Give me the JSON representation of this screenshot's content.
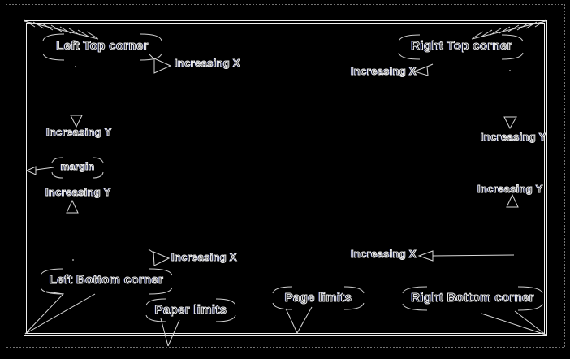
{
  "colors": {
    "background": "#000000",
    "line": "#e6e6e6",
    "text_outline": "#ededed",
    "text_fill": "#0a0a0a",
    "fringe_blue": "#4058ff"
  },
  "corner_labels": {
    "left_top": "Left Top corner",
    "right_top": "Right Top corner",
    "left_bottom": "Left Bottom corner",
    "right_bottom": "Right Bottom corner"
  },
  "boundary_labels": {
    "paper_limits": "Paper limits",
    "page_limits": "Page limits",
    "margin": "margin"
  },
  "axis_labels": {
    "increasing_x": "Increasing X",
    "increasing_y": "Increasing Y"
  },
  "borders": {
    "paper_limits_style": "dotted",
    "page_limits_style": "double-line"
  },
  "icons": {
    "arrowhead_right": "open-triangle-right",
    "arrowhead_left": "open-triangle-left",
    "arrowhead_up": "open-triangle-up",
    "arrowhead_down": "open-triangle-down",
    "corner_hatch": "feathered-leader",
    "margin_arrow": "open-triangle-left"
  }
}
